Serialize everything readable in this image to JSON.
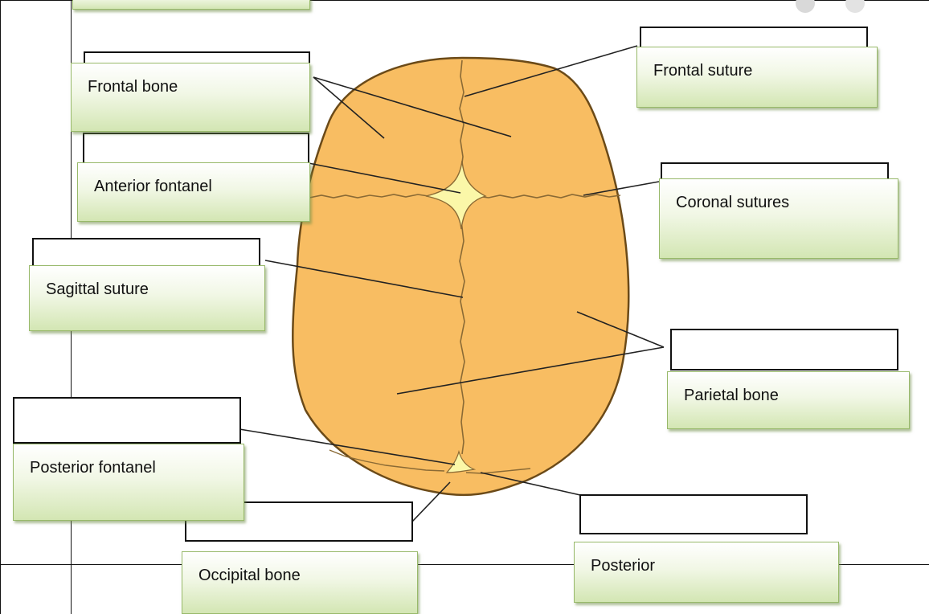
{
  "labels": {
    "frontal_bone": "Frontal bone",
    "frontal_suture": "Frontal suture",
    "anterior_fontanel": "Anterior fontanel",
    "coronal_sutures": "Coronal sutures",
    "sagittal_suture": "Sagittal suture",
    "parietal_bone": "Parietal bone",
    "posterior_fontanel": "Posterior fontanel",
    "occipital_bone": "Occipital bone",
    "posterior": "Posterior"
  },
  "colors": {
    "bone": "#f8bd62",
    "bone_outline": "#6b4a18",
    "fontanel": "#fbf7a8",
    "label_border": "#98b96a",
    "label_gradient_bottom": "#d3e6b3",
    "leader_line": "#222222"
  }
}
